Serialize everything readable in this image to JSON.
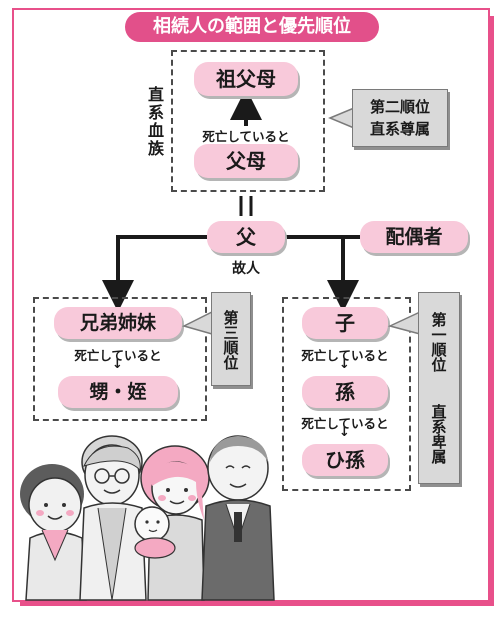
{
  "title": "相続人の範囲と優先順位",
  "lineage": {
    "label": "直系血族",
    "grandparents": "祖父母",
    "parents": "父母",
    "note": "死亡していると",
    "rank": "第二順位\n直系尊属"
  },
  "center": {
    "deceased": "父",
    "deceased_caption": "故人",
    "equals": "=",
    "spouse": "配偶者"
  },
  "siblings": {
    "siblings": "兄弟姉妹",
    "note": "死亡していると",
    "nephews": "甥・姪",
    "rank": "第三順位"
  },
  "children": {
    "child": "子",
    "note1": "死亡していると",
    "grandchild": "孫",
    "note2": "死亡していると",
    "great_grandchild": "ひ孫",
    "rank_line1": "第一順位",
    "rank_line2": "直系卑属"
  },
  "colors": {
    "accent": "#e2508a",
    "pill": "#f8c9da",
    "callout": "#d9d9d9"
  }
}
